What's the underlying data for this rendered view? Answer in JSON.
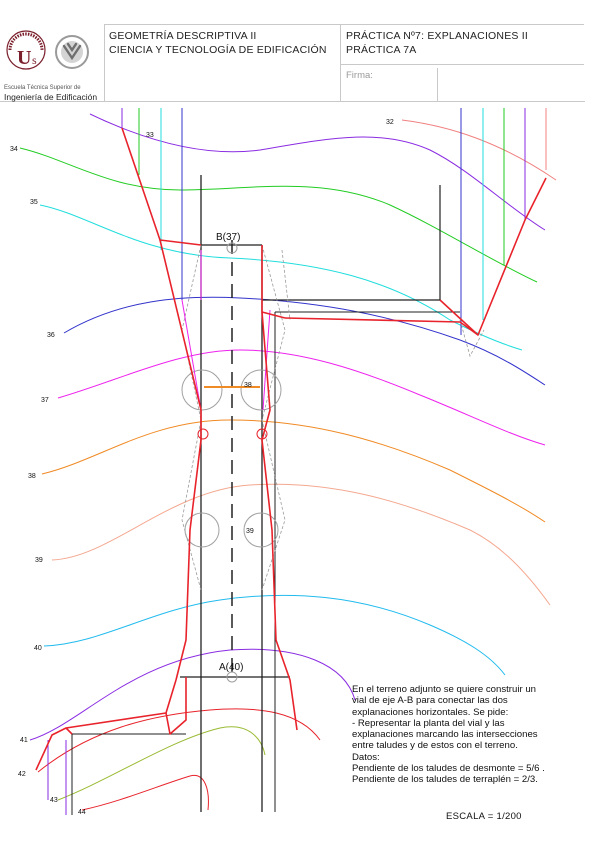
{
  "header": {
    "logo": {
      "seal_text": "UNIVERSIDAD DE SEVILLA",
      "caption_small": "Escuela Técnica Superior de",
      "caption_large": "Ingeniería de Edificación"
    },
    "subject_line1": "GEOMETRÍA DESCRIPTIVA II",
    "subject_line2": "CIENCIA Y TECNOLOGÍA DE EDIFICACIÓN",
    "practice_line1": "PRÁCTICA Nº7: EXPLANACIONES II",
    "practice_line2": "PRÁCTICA 7A",
    "signature_label": "Firma:"
  },
  "drawing": {
    "contour_labels": [
      "32",
      "33",
      "34",
      "35",
      "36",
      "37",
      "38",
      "39",
      "40",
      "41",
      "42",
      "43",
      "44"
    ],
    "point_b": "B(37)",
    "point_a": "A(40)",
    "platform_label_upper": "38",
    "platform_label_lower": "39",
    "colors": {
      "cut_fill_lines": "#e8232b",
      "axis": "#222222",
      "contour_32": "#f08080",
      "contour_33": "#8a2be2",
      "contour_34": "#22cc22",
      "contour_35": "#22dddd",
      "contour_36": "#3333cc",
      "contour_37": "#ee22ee",
      "contour_38": "#f08a24",
      "contour_39": "#f4a890",
      "contour_40": "#22bbee",
      "contour_41": "#8a2be2",
      "contour_42": "#e8232b",
      "contour_43": "#99bb33",
      "contour_44": "#e8232b"
    }
  },
  "statement": {
    "lines": [
      "En el terreno adjunto se quiere construir un",
      "vial de eje A-B para conectar las dos",
      "explanaciones horizontales. Se pide:",
      "- Representar la planta del vial y las",
      "explanaciones marcando las intersecciones",
      "entre taludes y de estos con el terreno.",
      "Datos:",
      "Pendiente de los taludes de desmonte = 5/6 .",
      "Pendiente de los taludes de terraplén = 2/3."
    ],
    "scale": "ESCALA = 1/200"
  }
}
